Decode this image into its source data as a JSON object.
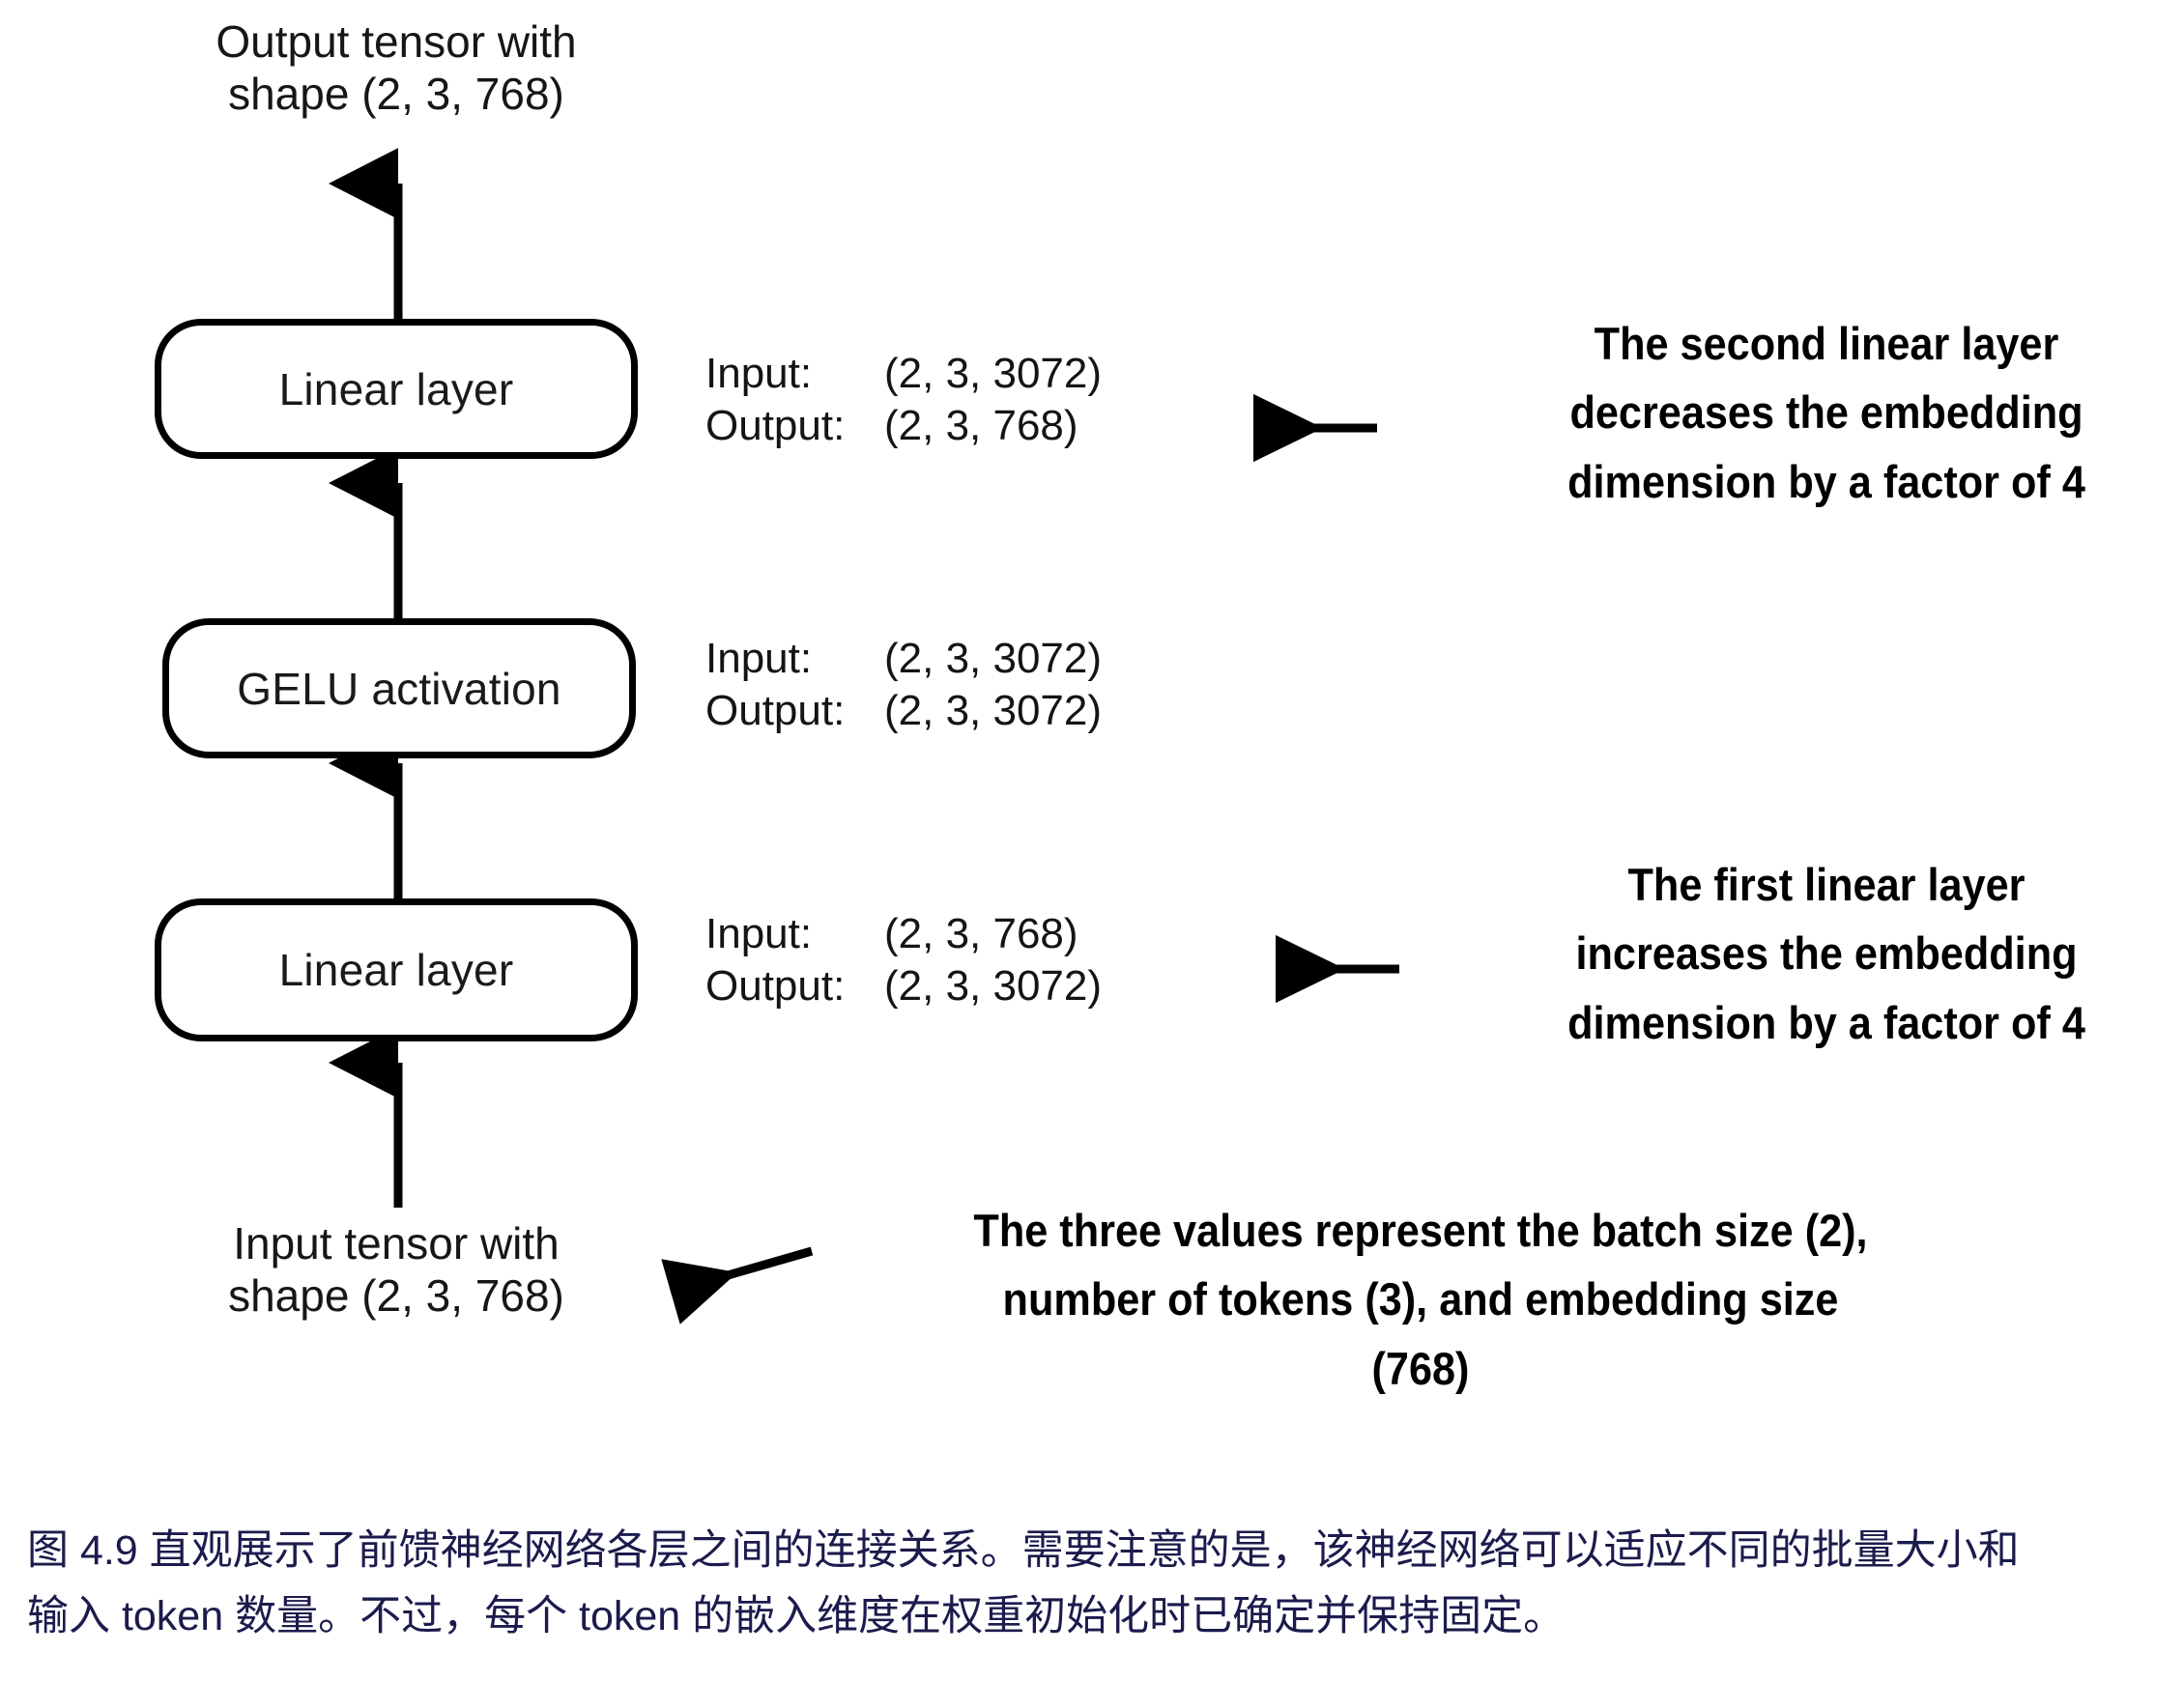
{
  "diagram": {
    "title_label": "Output tensor with\nshape (2, 3, 768)",
    "input_label": "Input tensor with\nshape (2, 3, 768)",
    "nodes": [
      {
        "id": "linear-2",
        "label": "Linear layer"
      },
      {
        "id": "gelu",
        "label": "GELU activation"
      },
      {
        "id": "linear-1",
        "label": "Linear layer"
      }
    ],
    "io_specs": [
      {
        "for": "linear-2",
        "input_key": "Input:",
        "input_value": "(2, 3, 3072)",
        "output_key": "Output:",
        "output_value": "(2, 3, 768)"
      },
      {
        "for": "gelu",
        "input_key": "Input:",
        "input_value": "(2, 3, 3072)",
        "output_key": "Output:",
        "output_value": "(2, 3, 3072)"
      },
      {
        "for": "linear-1",
        "input_key": "Input:",
        "input_value": "(2, 3, 768)",
        "output_key": "Output:",
        "output_value": "(2, 3, 3072)"
      }
    ],
    "annotations": [
      {
        "id": "second-linear-note",
        "text": "The second linear layer\ndecreases the embedding\ndimension by a factor of 4"
      },
      {
        "id": "first-linear-note",
        "text": "The first linear layer\nincreases the embedding\ndimension by a factor of 4"
      },
      {
        "id": "shape-values-note",
        "text": "The three values represent the batch size (2),\nnumber of tokens (3), and embedding size\n(768)"
      }
    ],
    "colors": {
      "stroke": "#000000",
      "text": "#161616",
      "caption": "#1b1b4d",
      "background": "#ffffff"
    }
  },
  "caption": {
    "line1": "图 4.9 直观展示了前馈神经网络各层之间的连接关系。需要注意的是，该神经网络可以适应不同的批量大小和",
    "line2": "输入 token 数量。不过，每个 token 的嵌入维度在权重初始化时已确定并保持固定。"
  }
}
